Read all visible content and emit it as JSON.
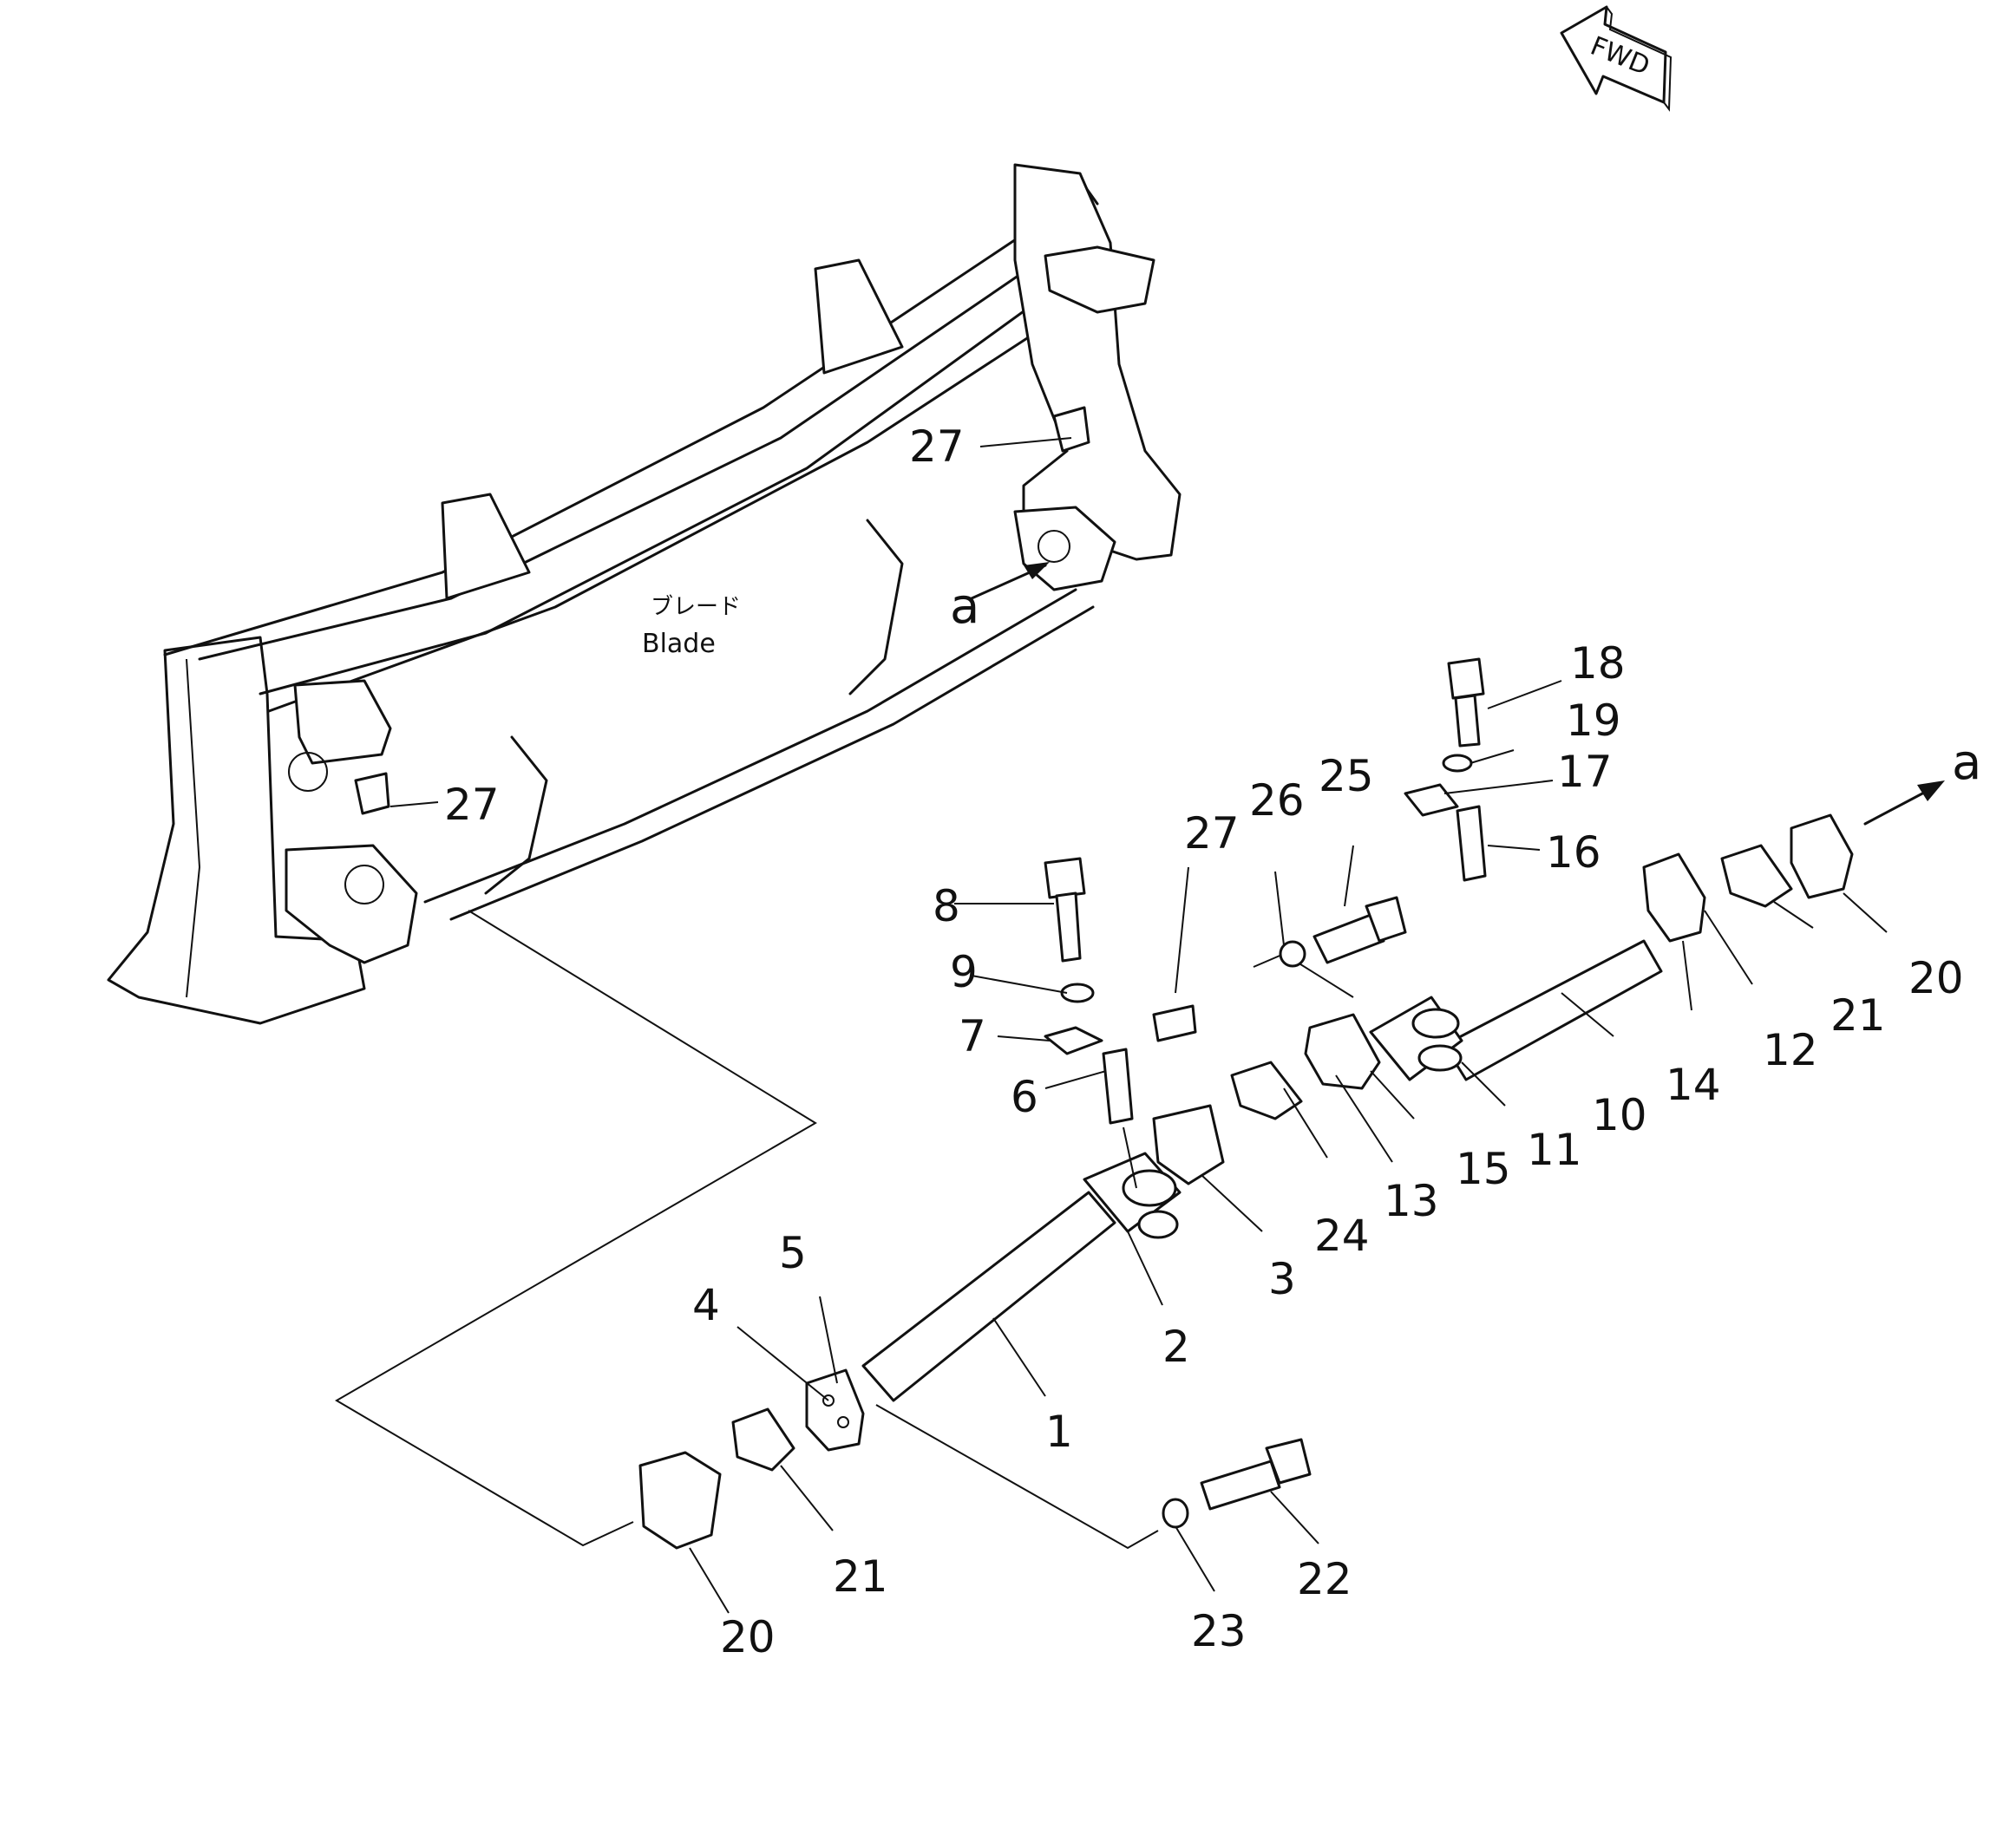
{
  "direction_indicator": {
    "label": "FWD"
  },
  "blade": {
    "label_jp": "ブレード",
    "label_en": "Blade"
  },
  "view_markers": {
    "arrow_letter": "a"
  },
  "callouts": {
    "p1": "1",
    "p2": "2",
    "p3": "3",
    "p4": "4",
    "p5": "5",
    "p6": "6",
    "p7": "7",
    "p8": "8",
    "p9": "9",
    "p10": "10",
    "p11": "11",
    "p12": "12",
    "p13": "13",
    "p14": "14",
    "p15": "15",
    "p16": "16",
    "p17": "17",
    "p18": "18",
    "p19": "19",
    "p20": "20",
    "p21": "21",
    "p22": "22",
    "p23": "23",
    "p24": "24",
    "p25": "25",
    "p26": "26",
    "p27": "27"
  }
}
